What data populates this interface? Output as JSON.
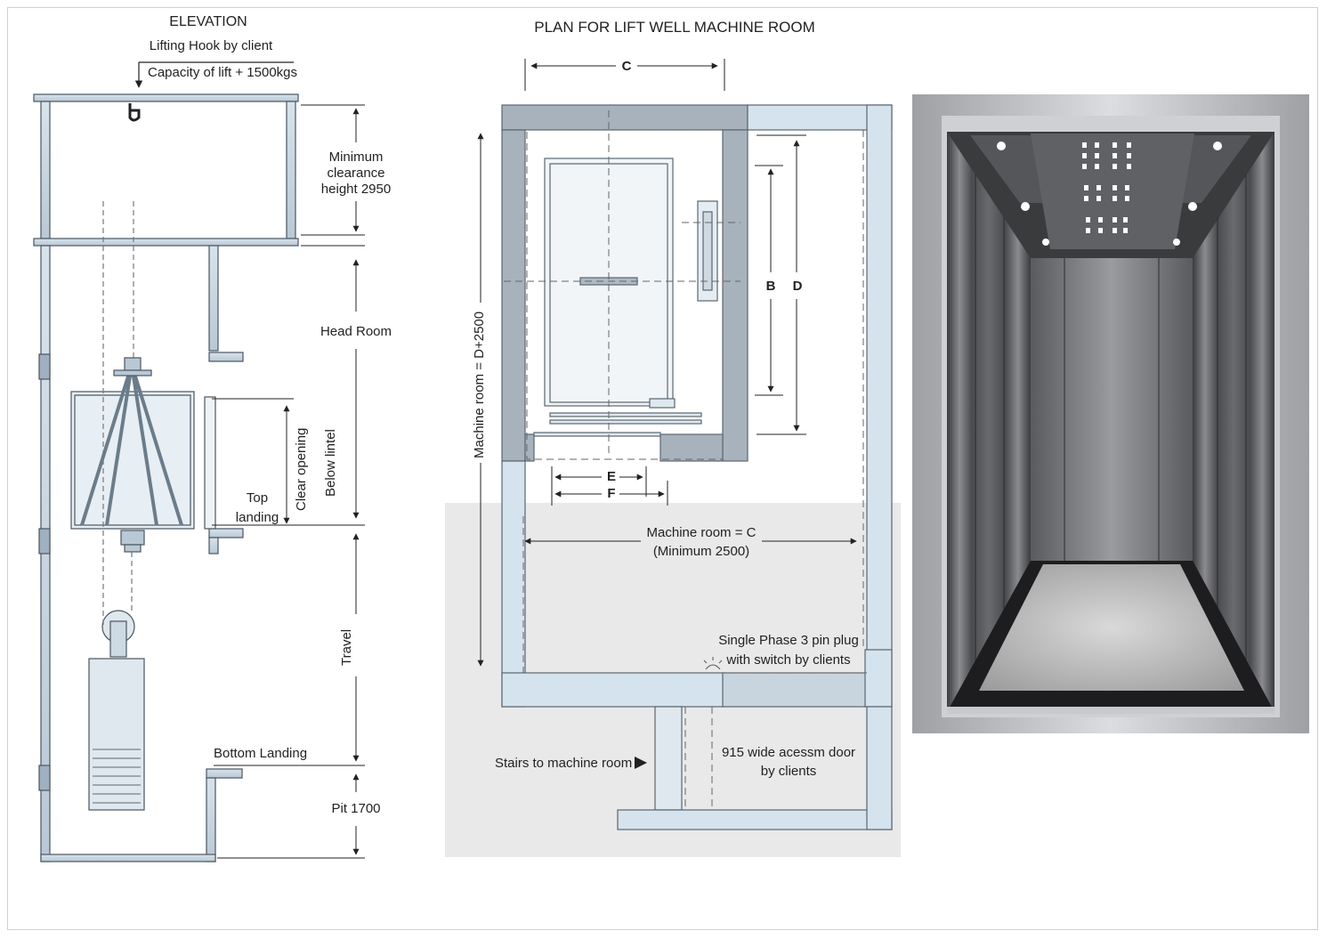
{
  "elevation": {
    "title": "ELEVATION",
    "hook_label": "Lifting Hook by client",
    "capacity_label": "Capacity of lift + 1500kgs",
    "clearance_line1": "Minimum",
    "clearance_line2": "clearance",
    "clearance_line3": "height 2950",
    "head_room": "Head Room",
    "clear_opening": "Clear opening",
    "below_lintel": "Below lintel",
    "top_landing_1": "Top",
    "top_landing_2": "landing",
    "travel": "Travel",
    "bottom_landing": "Bottom Landing",
    "pit": "Pit 1700"
  },
  "plan": {
    "title": "PLAN FOR LIFT WELL MACHINE ROOM",
    "dim_c": "C",
    "dim_b": "B",
    "dim_d": "D",
    "dim_e": "E",
    "dim_f": "F",
    "machine_room_depth": "Machine room = D+2500",
    "machine_room_width_1": "Machine room = C",
    "machine_room_width_2": "(Minimum 2500)",
    "plug_1": "Single Phase 3 pin plug",
    "plug_2": "with switch by clients",
    "stairs": "Stairs to machine room",
    "door_1": "915 wide acessm door",
    "door_2": "by clients"
  },
  "colors": {
    "wall_fill": "#a9b7c6",
    "wall_light": "#d4e3ee",
    "line": "#333333",
    "dashed": "#666666",
    "machine_room_bg": "#e8e8e8"
  }
}
